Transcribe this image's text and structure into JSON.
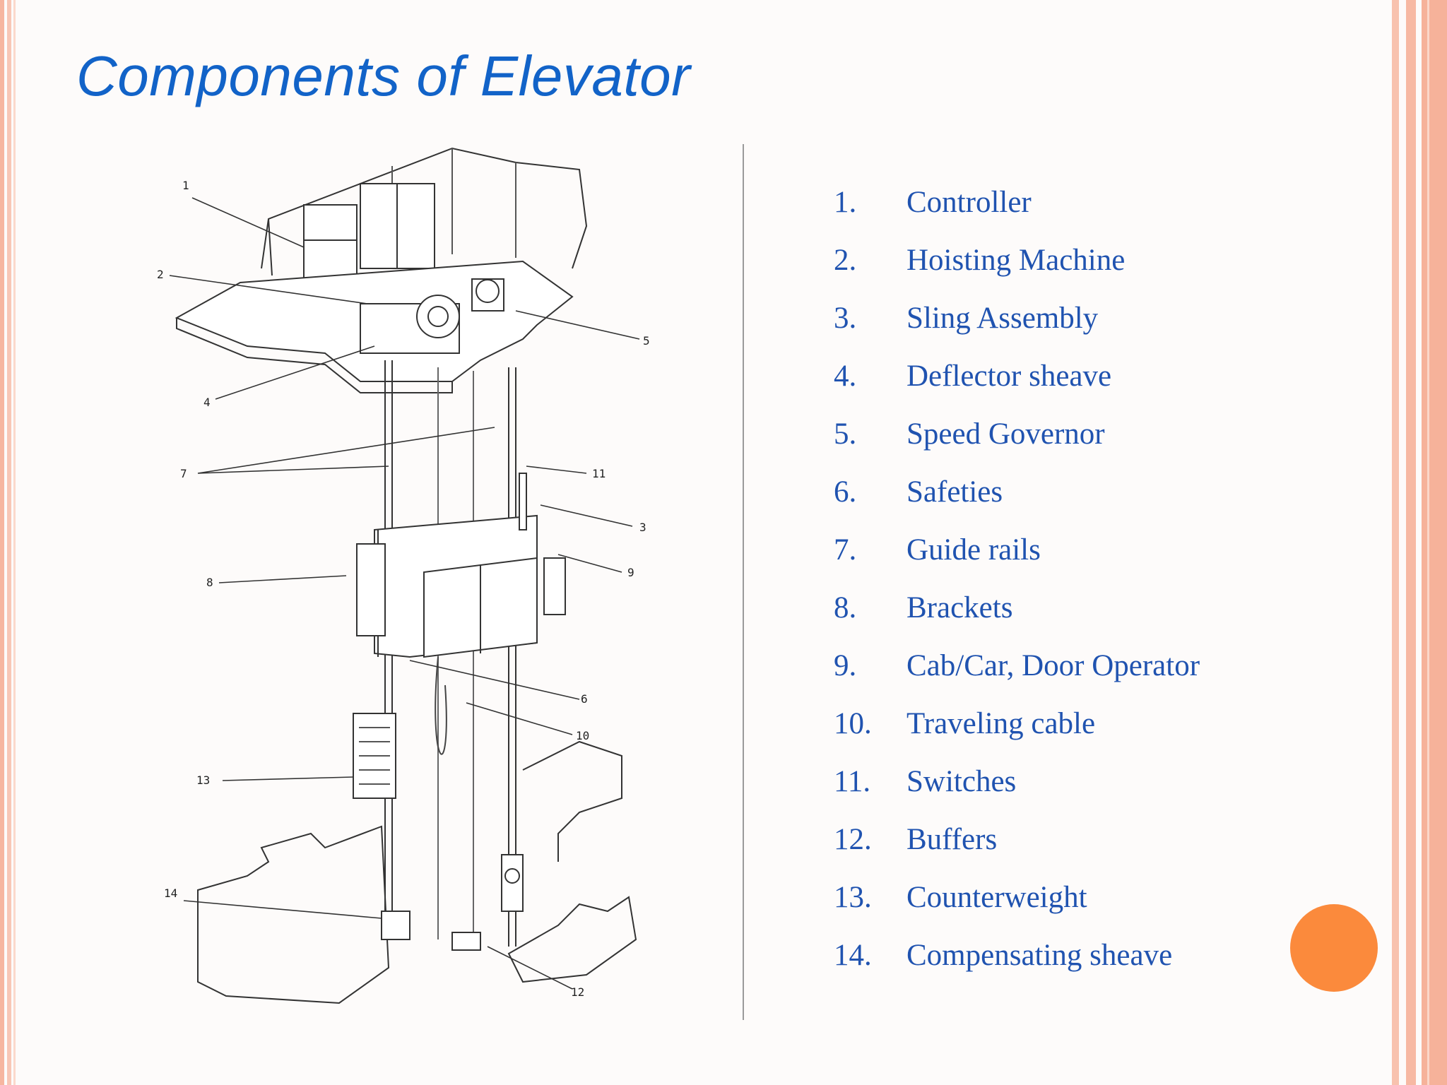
{
  "slide": {
    "title": "Components of Elevator",
    "accent_color": "#1263c8",
    "text_color": "#2053b0",
    "frame_color": "#f6b6a0",
    "circle_color": "#fb8a3c"
  },
  "diagram": {
    "callouts": [
      "1",
      "2",
      "3",
      "4",
      "5",
      "6",
      "7",
      "8",
      "9",
      "10",
      "11",
      "12",
      "13",
      "14"
    ]
  },
  "components": [
    {
      "num": "1.",
      "label": "Controller"
    },
    {
      "num": "2.",
      "label": "Hoisting Machine"
    },
    {
      "num": "3.",
      "label": "Sling Assembly"
    },
    {
      "num": "4.",
      "label": "Deflector sheave"
    },
    {
      "num": "5.",
      "label": "Speed Governor"
    },
    {
      "num": "6.",
      "label": "Safeties"
    },
    {
      "num": "7.",
      "label": "Guide rails"
    },
    {
      "num": "8.",
      "label": "Brackets"
    },
    {
      "num": "9.",
      "label": "Cab/Car, Door Operator"
    },
    {
      "num": "10.",
      "label": "Traveling cable"
    },
    {
      "num": "11.",
      "label": "Switches"
    },
    {
      "num": "12.",
      "label": "Buffers"
    },
    {
      "num": "13.",
      "label": "Counterweight"
    },
    {
      "num": "14.",
      "label": "Compensating sheave"
    }
  ]
}
